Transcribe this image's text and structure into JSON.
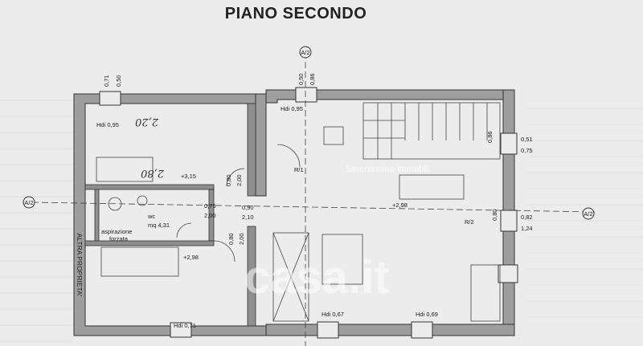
{
  "title": "PIANO SECONDO",
  "side_label": "ALTRA PROPRIETA'",
  "watermark": "casa.it",
  "watermark_agency": "Serenissima-immobili",
  "section_marker": "A/2",
  "rooms": {
    "wc_name": "wc",
    "wc_area": "mq 4,31",
    "wc_note_1": "aspirazione",
    "wc_note_2": "forzata"
  },
  "elevations": {
    "upper_left": "+3,15",
    "center": "+2,98",
    "lower_left": "+2,98"
  },
  "ridge_labels": {
    "r1": "R/1",
    "r2": "R/2"
  },
  "hdi": {
    "top_left": "Hdi 0,95",
    "top_center": "Hdi 0,95",
    "bottom_left": "Hdi 0,71",
    "bottom_mid": "Hdi 0,67",
    "bottom_right": "Hdi 0,69"
  },
  "openings": {
    "top_left_a": "0,71",
    "top_left_b": "0,50",
    "top_center_a": "0,50",
    "top_center_b": "0,86",
    "right_upper_a": "0,86",
    "right_upper_b": "0,51",
    "right_upper_c": "0,75",
    "right_lower_a": "0,80",
    "right_lower_b": "0,82",
    "right_lower_c": "1,24",
    "door_upper_a": "0,80",
    "door_upper_b": "2,00",
    "door_lower_a": "0,80",
    "door_lower_b": "2,00",
    "door_wc_a": "0,75",
    "door_wc_b": "2,00",
    "door_hall_a": "0,90",
    "door_hall_b": "2,10"
  },
  "handwritten": {
    "top": "2,20",
    "mid": "2,80"
  }
}
